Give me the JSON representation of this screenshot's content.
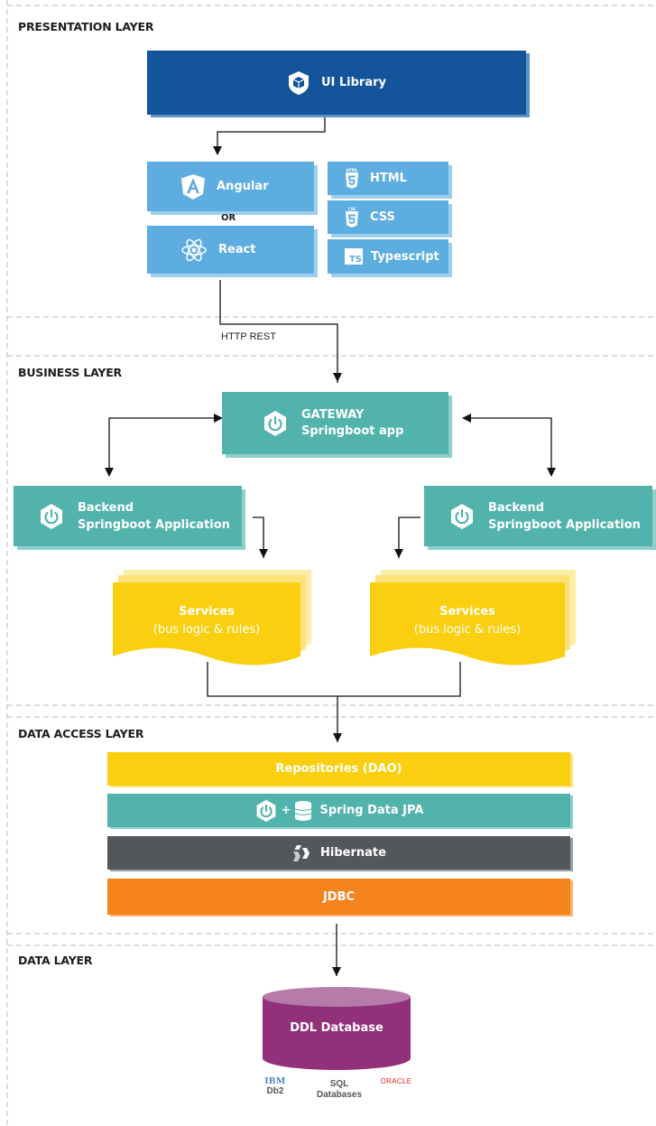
{
  "layers": {
    "presentation": "PRESENTATION LAYER",
    "business": "BUSINESS LAYER",
    "data_access": "DATA ACCESS LAYER",
    "data": "DATA LAYER"
  },
  "presentation": {
    "ui_library": "UI Library",
    "angular": "Angular",
    "or": "OR",
    "react": "React",
    "html": "HTML",
    "css": "CSS",
    "typescript": "Typescript",
    "html5_tag": "HTML",
    "css3_tag": "CSS",
    "ts_tag": "TS"
  },
  "connector": {
    "http_rest": "HTTP REST"
  },
  "business": {
    "gateway_line1": "GATEWAY",
    "gateway_line2": "Springboot app",
    "backend_left_line1": "Backend",
    "backend_left_line2": "Springboot Application",
    "backend_right_line1": "Backend",
    "backend_right_line2": "Springboot Application",
    "services_left_title": "Services",
    "services_left_sub": "(bus logic & rules)",
    "services_right_title": "Services",
    "services_right_sub": "(bus logic & rules)"
  },
  "data_access": {
    "repositories": "Repositories (DAO)",
    "spring_data_jpa": "Spring Data JPA",
    "plus": "+",
    "hibernate": "Hibernate",
    "jdbc": "JDBC"
  },
  "data_layer": {
    "database": "DDL Database",
    "ibm": "IBM",
    "db2": "Db2",
    "sql": "SQL",
    "databases": "Databases",
    "oracle": "ORACLE"
  },
  "colors": {
    "ui_library": "#14549a",
    "light_blue": "#5dade0",
    "teal": "#52b3ac",
    "yellow": "#f9cf0f",
    "gray": "#53565a",
    "orange": "#f5841f",
    "purple": "#93307c",
    "dashed": "#b5b5b5"
  },
  "icons": {
    "ui_library": "shield-cube-icon",
    "angular": "angular-icon",
    "react": "react-atom-icon",
    "html": "html5-icon",
    "css": "css3-icon",
    "typescript": "ts-icon",
    "spring": "spring-power-icon",
    "database": "database-icon",
    "hibernate": "hibernate-icon"
  }
}
